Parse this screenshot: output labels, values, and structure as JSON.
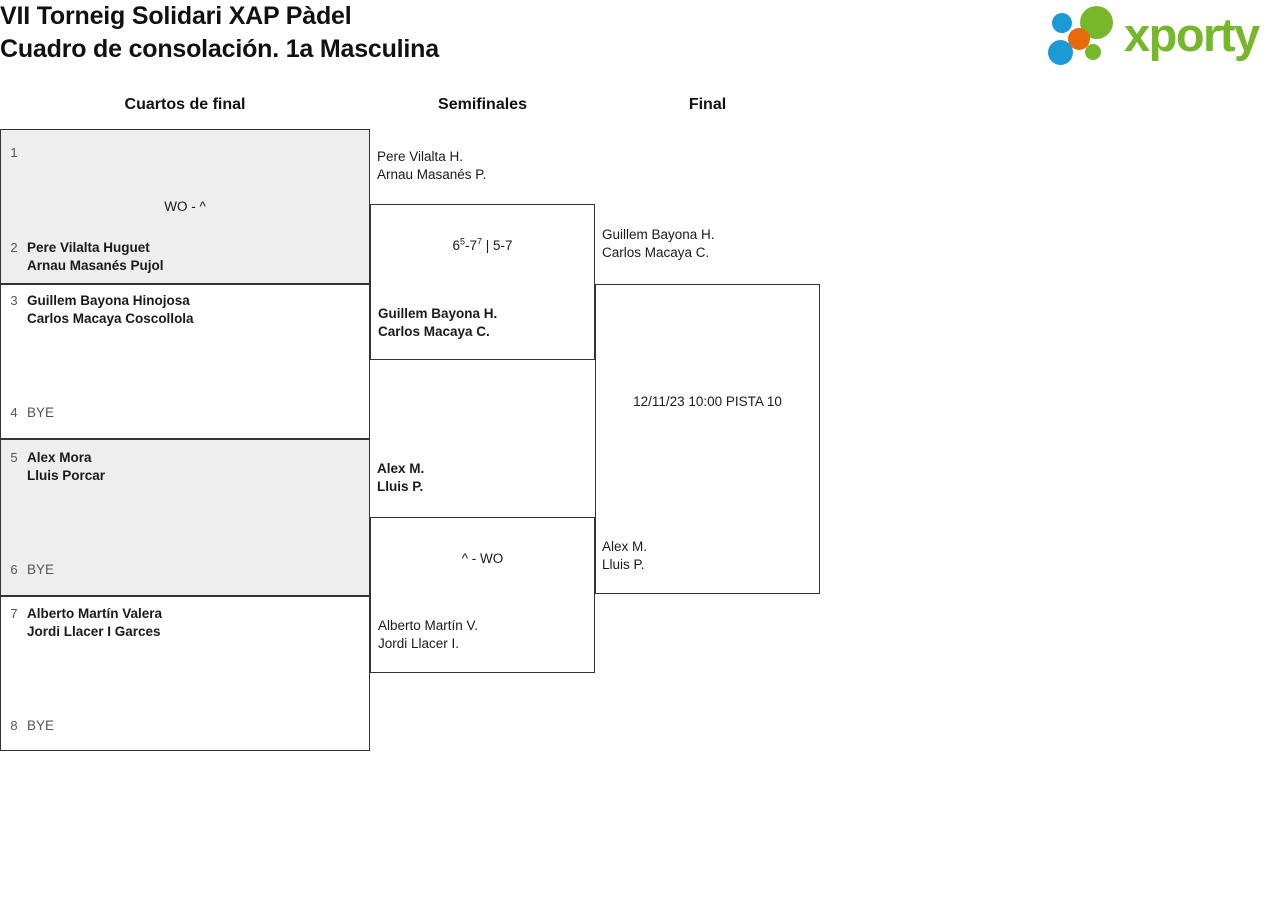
{
  "header": {
    "title_line1": "VII Torneig Solidari XAP Pàdel",
    "title_line2": "Cuadro de consolación. 1a Masculina"
  },
  "logo": {
    "wordmark": "xporty",
    "green": "#76b82a",
    "blue": "#1b9ad6",
    "orange": "#e8690b"
  },
  "rounds": [
    {
      "label": "Cuartos de final"
    },
    {
      "label": "Semifinales"
    },
    {
      "label": "Final"
    }
  ],
  "quarterfinals": [
    {
      "shaded": true,
      "score": "WO - ^",
      "top": {
        "seed": "1",
        "players": [],
        "winner": false,
        "bye": false
      },
      "bottom": {
        "seed": "2",
        "players": [
          "Pere Vilalta Huguet",
          "Arnau Masanés Pujol"
        ],
        "winner": true,
        "bye": false
      }
    },
    {
      "shaded": false,
      "score": "",
      "top": {
        "seed": "3",
        "players": [
          "Guillem Bayona Hinojosa",
          "Carlos Macaya Coscollola"
        ],
        "winner": true,
        "bye": false
      },
      "bottom": {
        "seed": "4",
        "players": [
          "BYE"
        ],
        "winner": false,
        "bye": true
      }
    },
    {
      "shaded": true,
      "score": "",
      "top": {
        "seed": "5",
        "players": [
          "Alex Mora",
          "Lluis Porcar"
        ],
        "winner": true,
        "bye": false
      },
      "bottom": {
        "seed": "6",
        "players": [
          "BYE"
        ],
        "winner": false,
        "bye": true
      }
    },
    {
      "shaded": false,
      "score": "",
      "top": {
        "seed": "7",
        "players": [
          "Alberto Martín Valera",
          "Jordi Llacer I Garces"
        ],
        "winner": true,
        "bye": false
      },
      "bottom": {
        "seed": "8",
        "players": [
          "BYE"
        ],
        "winner": false,
        "bye": true
      }
    }
  ],
  "semifinals": [
    {
      "score_main": "6",
      "score_sup1": "5",
      "score_mid": "-7",
      "score_sup2": "7",
      "score_rest": " | 5-7",
      "score_plain": "",
      "top": {
        "players": [
          "Pere Vilalta H.",
          "Arnau Masanés P."
        ],
        "winner": false
      },
      "bottom": {
        "players": [
          "Guillem Bayona H.",
          "Carlos Macaya C."
        ],
        "winner": true
      }
    },
    {
      "score_main": "",
      "score_sup1": "",
      "score_mid": "",
      "score_sup2": "",
      "score_rest": "",
      "score_plain": "^ - WO",
      "top": {
        "players": [
          "Alex M.",
          "Lluis P."
        ],
        "winner": true
      },
      "bottom": {
        "players": [
          "Alberto Martín V.",
          "Jordi Llacer I."
        ],
        "winner": false
      }
    }
  ],
  "final": {
    "match_info": "12/11/23 10:00 PISTA 10",
    "top": {
      "players": [
        "Guillem Bayona H.",
        "Carlos Macaya C."
      ],
      "winner": false
    },
    "bottom": {
      "players": [
        "Alex M.",
        "Lluis P."
      ],
      "winner": false
    }
  }
}
